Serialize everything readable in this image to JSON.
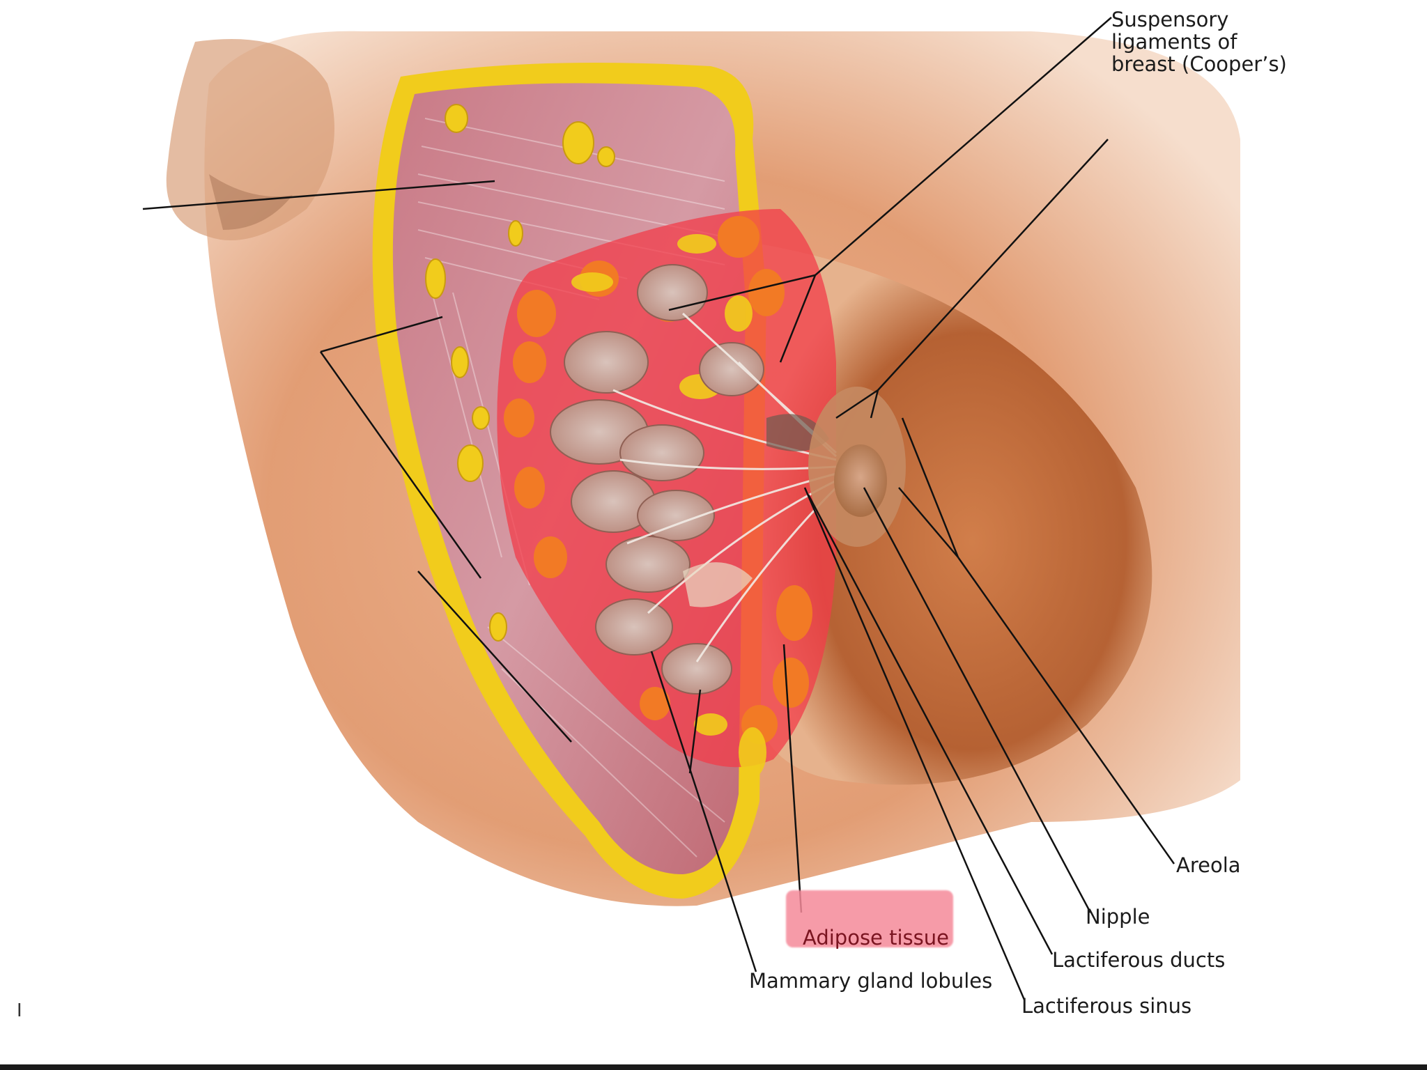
{
  "labels": {
    "suspensory_ligaments": "Suspensory ligaments of breast (Cooper’s)",
    "areola": "Areola",
    "nipple": "Nipple",
    "lactiferous_ducts": "Lactiferous ducts",
    "lactiferous_sinus": "Lactiferous sinus",
    "mammary_gland_lobules": "Mammary gland lobules",
    "adipose_tissue": "Adipose tissue"
  },
  "corner_mark": "I",
  "colors": {
    "skin": "#e9a57b",
    "skin_shadow": "#b8663c",
    "muscle": "#c9727a",
    "fat_yellow": "#f1cc1c",
    "fat_orange": "#f27a25",
    "highlight_red": "#f23c4a",
    "gland": "#c69a8c",
    "leader_line": "#111111",
    "label_highlight": "#f58a9a",
    "bottom_bar": "#1a1a1a"
  }
}
